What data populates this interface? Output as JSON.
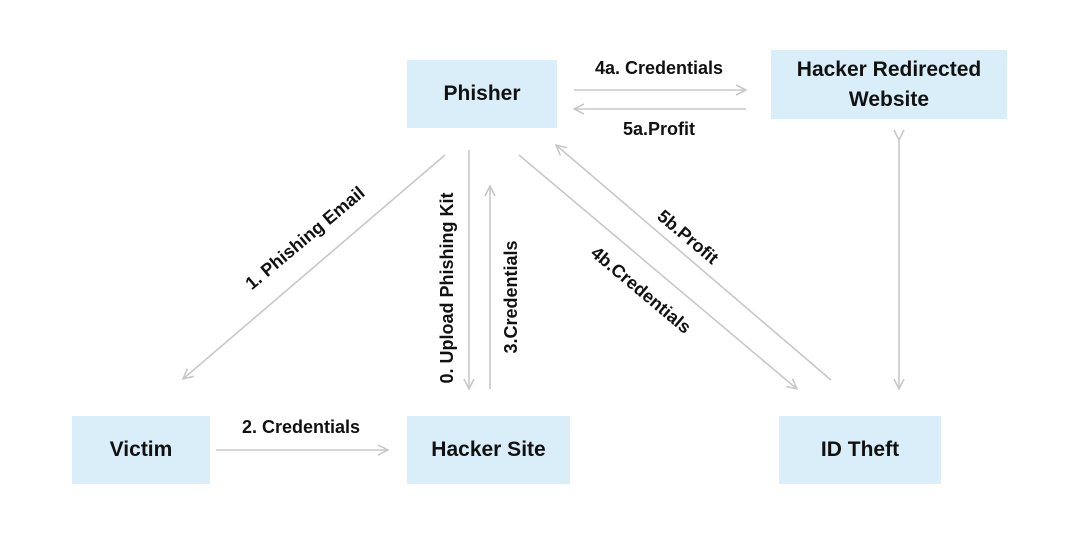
{
  "nodes": {
    "phisher": "Phisher",
    "hacker_redirected_website": "Hacker Redirected Website",
    "victim": "Victim",
    "hacker_site": "Hacker Site",
    "id_theft": "ID Theft"
  },
  "edges": {
    "phishing_email": "1. Phishing Email",
    "credentials_victim_to_site": "2. Credentials",
    "upload_phishing_kit": "0. Upload Phishing Kit",
    "credentials_site_to_phisher": "3.Credentials",
    "credentials_4a": "4a. Credentials",
    "profit_5a": "5a.Profit",
    "credentials_4b": "4b.Credentials",
    "profit_5b": "5b.Profit"
  },
  "colors": {
    "box_fill": "#d9eef8",
    "arrow": "#c8c8c8",
    "text": "#111111"
  }
}
